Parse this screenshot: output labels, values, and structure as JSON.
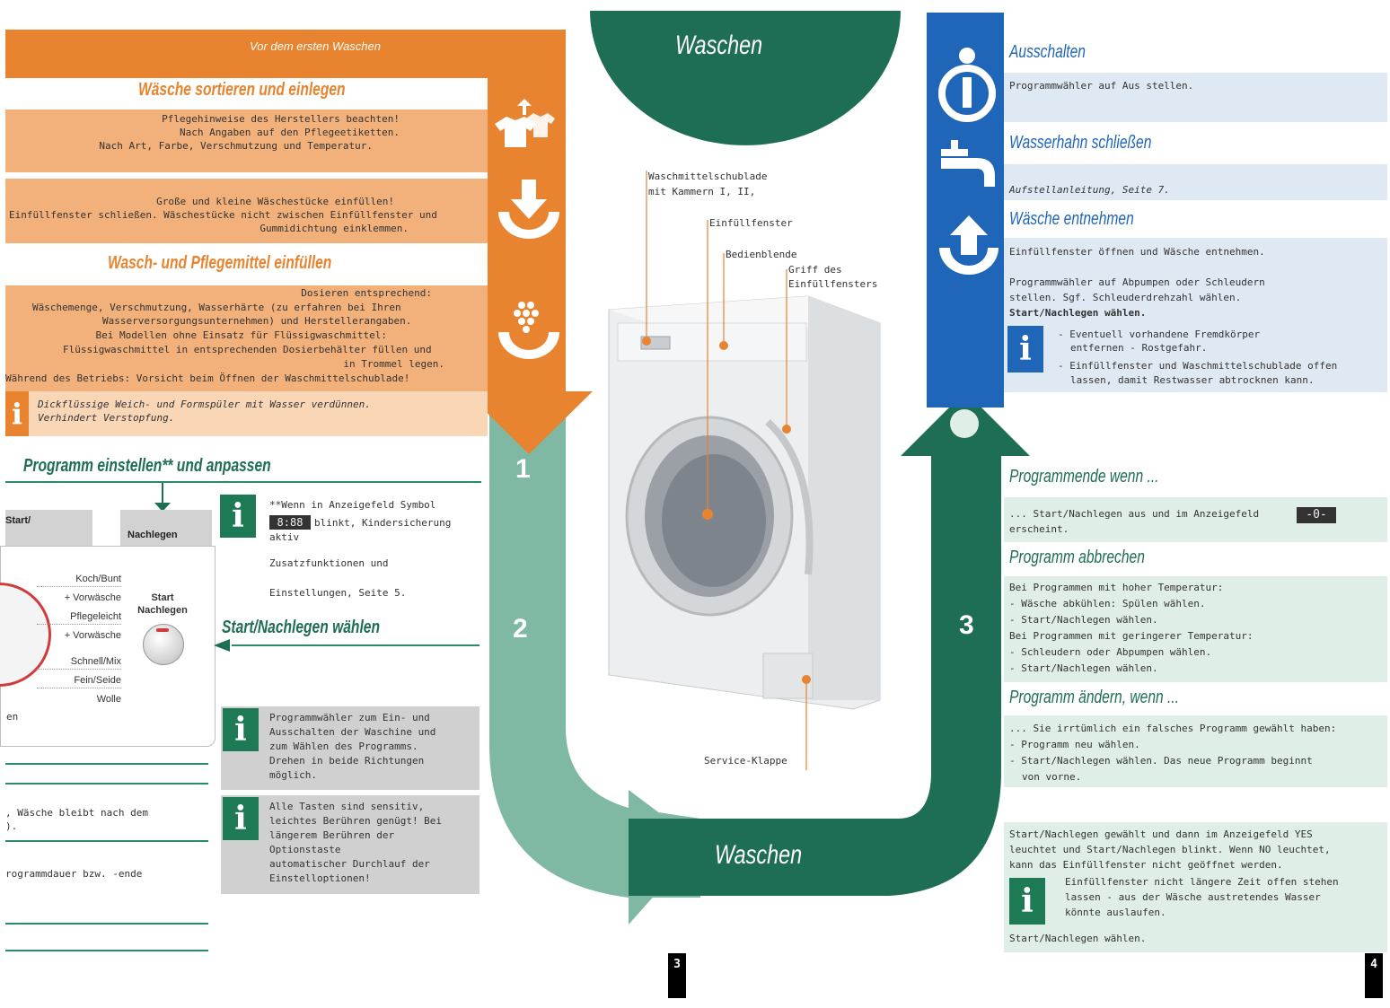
{
  "left": {
    "banner": "Vor dem ersten Waschen",
    "section1": {
      "title": "Wäsche sortieren und einlegen",
      "box1": [
        "Pflegehinweise des Herstellers beachten!",
        "Nach Angaben auf den Pflegeetiketten.",
        "Nach Art, Farbe, Verschmutzung und Temperatur."
      ],
      "box2": [
        "Große und kleine Wäschestücke einfüllen!",
        "Einfüllfenster schließen. Wäschestücke nicht zwischen Einfüllfenster und",
        "Gummidichtung einklemmen."
      ]
    },
    "section2": {
      "title": "Wasch- und Pflegemittel einfüllen",
      "lines": [
        "Dosieren entsprechend:",
        "Wäschemenge, Verschmutzung, Wasserhärte (zu erfahren bei Ihren",
        "Wasserversorgungsunternehmen) und Herstellerangaben.",
        "Bei Modellen ohne Einsatz für Flüssigwaschmittel:",
        "Flüssigwaschmittel in entsprechenden Dosierbehälter füllen und",
        "in Trommel legen.",
        "Während des Betriebs: Vorsicht beim Öffnen der Waschmittelschublade!"
      ],
      "note": [
        "Dickflüssige Weich- und Formspüler mit Wasser verdünnen.",
        "Verhindert Verstopfung."
      ]
    },
    "section3": {
      "title": "Programm einstellen** und anpassen",
      "panel_label_left": "Start/",
      "panel_label_right": "Nachlegen",
      "programs": [
        "Koch/Bunt",
        "+ Vorwäsche",
        "Pflegeleicht",
        "+ Vorwäsche",
        "Schnell/Mix",
        "Fein/Seide",
        "Wolle"
      ],
      "start_button_label": [
        "Start",
        "Nachlegen"
      ],
      "cut_text": "en",
      "info1": [
        "**Wenn in Anzeigefeld Symbol",
        "blinkt, Kindersicherung",
        "aktiv"
      ],
      "info1_display": "8:88",
      "extra": [
        "Zusatzfunktionen und",
        "Einstellungen, Seite 5."
      ],
      "start_title": "Start/Nachlegen wählen",
      "gray1": [
        "Programmwähler zum Ein- und",
        "Ausschalten der Waschine und",
        "zum Wählen des Programms.",
        "Drehen in beide Richtungen",
        "möglich."
      ],
      "gray2": [
        "Alle Tasten sind sensitiv,",
        "leichtes Berühren genügt! Bei",
        "längerem Berühren der",
        "Optionstaste",
        "automatischer Durchlauf der",
        "Einstelloptionen!"
      ],
      "cut1": [
        ", Wäsche bleibt nach dem",
        ")."
      ],
      "cut2": "rogrammdauer bzw. -ende"
    }
  },
  "center": {
    "top_title": "Waschen",
    "bottom_title": "Waschen",
    "steps": [
      "1",
      "2",
      "3"
    ],
    "callouts": {
      "drawer": [
        "Waschmittelschublade",
        "mit Kammern I, II,"
      ],
      "door": "Einfüllfenster",
      "panel": "Bedienblende",
      "handle": [
        "Griff des",
        "Einfüllfensters"
      ],
      "service": "Service-Klappe"
    },
    "page_number": "3"
  },
  "right": {
    "s1": {
      "title": "Ausschalten",
      "text": "Programmwähler auf Aus stellen."
    },
    "s2": {
      "title": "Wasserhahn schließen",
      "text": "Aufstellanleitung, Seite 7."
    },
    "s3": {
      "title": "Wäsche entnehmen",
      "text1": "Einfüllfenster öffnen und Wäsche entnehmen.",
      "text2": [
        "Programmwähler auf Abpumpen oder Schleudern",
        "stellen. Sgf. Schleuderdrehzahl wählen.",
        "Start/Nachlegen wählen."
      ],
      "info": [
        "- Eventuell vorhandene Fremdkörper",
        "entfernen - Rostgefahr.",
        "- Einfüllfenster und Waschmittelschublade offen",
        "lassen, damit Restwasser abtrocknen kann."
      ]
    },
    "s4": {
      "title": "Programmende wenn ...",
      "text": [
        "... Start/Nachlegen aus und im Anzeigefeld",
        "erscheint."
      ],
      "display": "-0-"
    },
    "s5": {
      "title": "Programm abbrechen",
      "lines": [
        "Bei Programmen mit hoher Temperatur:",
        "- Wäsche abkühlen: Spülen wählen.",
        "- Start/Nachlegen wählen.",
        "Bei Programmen mit geringerer Temperatur:",
        "- Schleudern oder Abpumpen wählen.",
        "- Start/Nachlegen wählen."
      ]
    },
    "s6": {
      "title": "Programm ändern, wenn ...",
      "lines": [
        "... Sie irrtümlich ein falsches Programm gewählt haben:",
        "- Programm neu wählen.",
        "- Start/Nachlegen wählen. Das neue Programm beginnt",
        "von vorne."
      ]
    },
    "s7": {
      "lines": [
        "Start/Nachlegen gewählt und dann im Anzeigefeld YES",
        "leuchtet und Start/Nachlegen blinkt. Wenn NO leuchtet,",
        "kann das Einfüllfenster nicht geöffnet werden."
      ],
      "info": [
        "Einfüllfenster nicht längere Zeit offen stehen",
        "lassen - aus der Wäsche austretendes Wasser",
        "könnte auslaufen."
      ],
      "last": "Start/Nachlegen wählen."
    },
    "page_number": "4"
  },
  "colors": {
    "orange": "#e8832f",
    "teal": "#1e6e55",
    "blue": "#1f66b8",
    "green_light": "#dfeee6",
    "blue_light": "#dfe9f4"
  },
  "icons": [
    "sort-laundry-icon",
    "load-laundry-icon",
    "detergent-icon",
    "power-icon",
    "water-tap-icon",
    "unload-laundry-icon",
    "info-icon"
  ]
}
